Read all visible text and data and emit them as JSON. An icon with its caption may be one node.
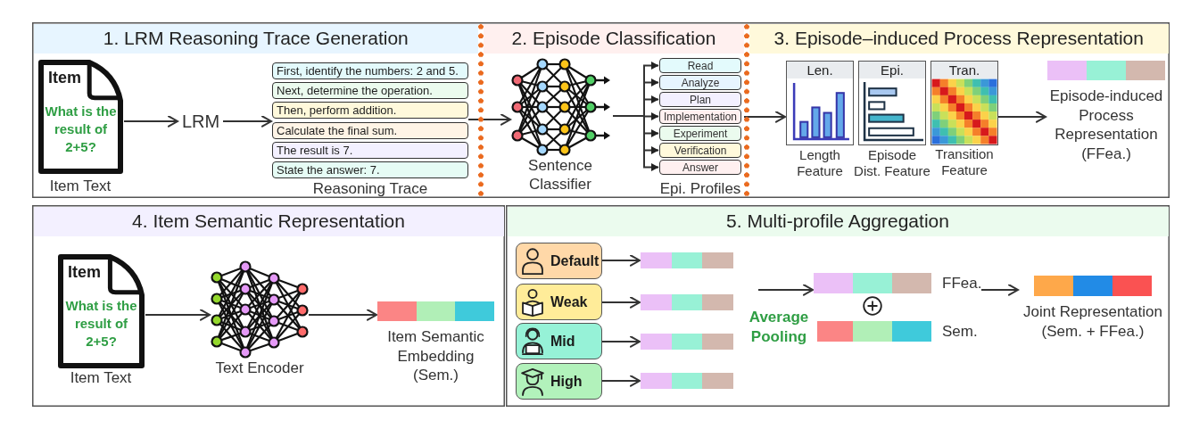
{
  "diagram": {
    "nodes": [
      {
        "text": [
          "1. LRM Reasoning Trace Generation"
        ]
      },
      {
        "text": [
          "Item",
          "What is the result of 2+5?"
        ],
        "in": 0,
        "beside": [
          "Item Text"
        ]
      },
      {
        "text": [
          "LRM"
        ],
        "in": 0
      },
      {
        "text": [
          "Reasoning Trace"
        ],
        "in": 0
      },
      {
        "text": [
          "First, identify the numbers: 2 and 5."
        ],
        "in": 3
      },
      {
        "text": [
          "Next, determine the operation."
        ],
        "in": 3
      },
      {
        "text": [
          "Then, perform addition."
        ],
        "in": 3
      },
      {
        "text": [
          "Calculate the final sum."
        ],
        "in": 3
      },
      {
        "text": [
          "The result is 7."
        ],
        "in": 3
      },
      {
        "text": [
          "State the answer: 7."
        ],
        "in": 3
      },
      {
        "text": [
          "2. Episode Classification"
        ]
      },
      {
        "text": [],
        "shape": "picture",
        "in": 10,
        "beside": [
          "Sentence Classifier"
        ]
      },
      {
        "text": [
          "Epi. Profiles"
        ],
        "in": 10
      },
      {
        "text": [
          "Read"
        ],
        "in": 12
      },
      {
        "text": [
          "Analyze"
        ],
        "in": 12
      },
      {
        "text": [
          "Plan"
        ],
        "in": 12
      },
      {
        "text": [
          "Implementation"
        ],
        "in": 12
      },
      {
        "text": [
          "Experiment"
        ],
        "in": 12
      },
      {
        "text": [
          "Verification"
        ],
        "in": 12
      },
      {
        "text": [
          "Answer"
        ],
        "in": 12
      },
      {
        "text": [
          "3. Episode–induced Process Representation"
        ]
      },
      {
        "text": [
          "Len."
        ],
        "in": 20,
        "beside": [
          "Length Feature"
        ]
      },
      {
        "text": [
          "Epi."
        ],
        "in": 20,
        "beside": [
          "Episode Dist. Feature"
        ]
      },
      {
        "text": [
          "Tran."
        ],
        "in": 20,
        "beside": [
          "Transition Feature"
        ]
      },
      {
        "text": [
          "Episode-induced Process Representation (FFea.)"
        ],
        "in": 20
      },
      {
        "text": [
          "4. Item Semantic Representation"
        ]
      },
      {
        "text": [
          "Item",
          "What is the result of 2+5?"
        ],
        "in": 25,
        "beside": [
          "Item Text"
        ]
      },
      {
        "text": [],
        "shape": "picture",
        "in": 25,
        "beside": [
          "Text Encoder"
        ]
      },
      {
        "text": [
          "Item Semantic Embedding (Sem.)"
        ],
        "in": 25
      },
      {
        "text": [
          "5. Multi-profile Aggregation"
        ]
      },
      {
        "text": [
          "Default"
        ],
        "in": 29
      },
      {
        "text": [
          "Weak"
        ],
        "in": 29
      },
      {
        "text": [
          "Mid"
        ],
        "in": 29
      },
      {
        "text": [
          "High"
        ],
        "in": 29
      },
      {
        "text": [],
        "shape": "bar",
        "in": 29
      },
      {
        "text": [],
        "shape": "bar",
        "in": 29
      },
      {
        "text": [],
        "shape": "bar",
        "in": 29
      },
      {
        "text": [],
        "shape": "bar",
        "in": 29
      },
      {
        "text": [
          "FFea."
        ],
        "in": 29
      },
      {
        "text": [
          "Sem."
        ],
        "in": 29
      },
      {
        "text": [
          "Joint Representation (Sem. + FFea.)"
        ],
        "in": 29
      }
    ],
    "edges": [
      {
        "from": 1,
        "to": 2,
        "arrow": "to"
      },
      {
        "from": 2,
        "to": 3,
        "arrow": "to"
      },
      {
        "from": 3,
        "to": 11,
        "arrow": "to"
      },
      {
        "from": 11,
        "to": 13,
        "arrow": "to"
      },
      {
        "from": 11,
        "to": 14,
        "arrow": "to"
      },
      {
        "from": 11,
        "to": 15,
        "arrow": "to"
      },
      {
        "from": 11,
        "to": 16,
        "arrow": "to"
      },
      {
        "from": 11,
        "to": 17,
        "arrow": "to"
      },
      {
        "from": 11,
        "to": 18,
        "arrow": "to"
      },
      {
        "from": 11,
        "to": 19,
        "arrow": "to"
      },
      {
        "from": 12,
        "to": 21,
        "arrow": "to"
      },
      {
        "from": 23,
        "to": 24,
        "arrow": "to"
      },
      {
        "from": 26,
        "to": 27,
        "arrow": "to"
      },
      {
        "from": 27,
        "to": 28,
        "arrow": "to"
      },
      {
        "from": 30,
        "to": 34,
        "arrow": "to"
      },
      {
        "from": 31,
        "to": 35,
        "arrow": "to"
      },
      {
        "from": 32,
        "to": 36,
        "arrow": "to"
      },
      {
        "from": 33,
        "to": 37,
        "arrow": "to"
      },
      {
        "from": null,
        "to": 38,
        "arrow": "to",
        "label": "Average Pooling"
      },
      {
        "from": 38,
        "to": 40,
        "arrow": "to"
      }
    ]
  }
}
